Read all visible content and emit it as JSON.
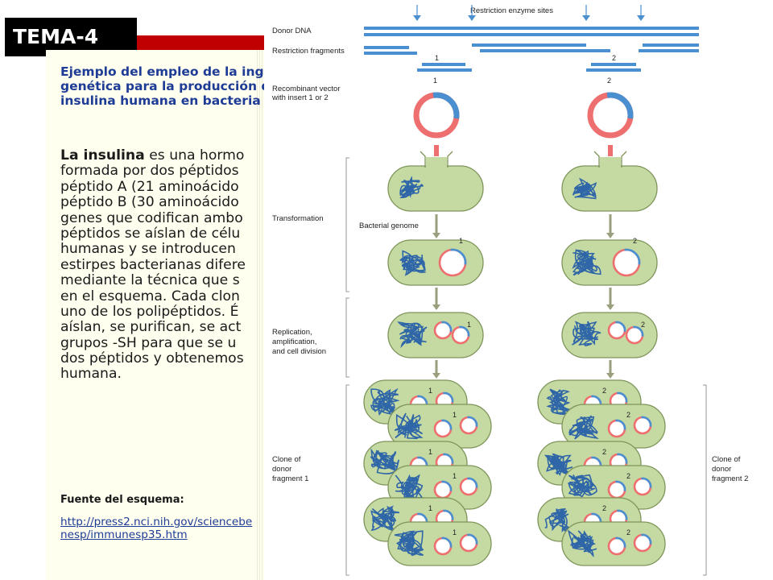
{
  "slide": {
    "tag": "TEMA-4"
  },
  "text": {
    "heading_lines": [
      "Ejemplo del empleo de la ing",
      "genética para la producción d",
      "insulina humana en bacteria"
    ],
    "lead": "La insulina",
    "body_first": " es una hormo",
    "body_lines": [
      "formada por dos péptidos",
      "péptido A (21 aminoácido",
      "péptido B (30 aminoácido",
      "genes que codifican ambo",
      "péptidos se aíslan de célu",
      "humanas y se introducen",
      "estirpes bacterianas difere",
      "mediante la técnica que s",
      "en el esquema. Cada clon",
      "uno de los polipéptidos. É",
      "aíslan, se purifican, se act",
      "grupos -SH para que se u",
      "dos péptidos y obtenemos",
      "humana."
    ],
    "source_label": "Fuente del esquema:",
    "url_lines": [
      "http://press2.nci.nih.gov/sciencebe",
      "nesp/immunesp35.htm"
    ]
  },
  "diagram": {
    "labels": {
      "restriction_sites": "Restriction enzyme sites",
      "donor_dna": "Donor DNA",
      "restriction_fragments": "Restriction fragments",
      "recombinant_vector": [
        "Recombinant vector",
        "with insert 1 or 2"
      ],
      "transformation": "Transformation",
      "bacterial_genome": "Bacterial genome",
      "replication": [
        "Replication,",
        "amplification,",
        "and cell division"
      ],
      "clone_1": [
        "Clone of",
        "donor",
        "fragment 1"
      ],
      "clone_2": [
        "Clone of",
        "donor",
        "fragment 2"
      ]
    },
    "fragment_numbers": [
      "1",
      "2"
    ],
    "colors": {
      "dna_blue": "#4a90d0",
      "dna_red": "#ee6f6f",
      "cell_fill": "#c5d9a2",
      "cell_stroke": "#7e955a",
      "genome": "#2f66a8",
      "arrow": "#9aa07e",
      "tema_bg": "#000000",
      "red_bar": "#c00000",
      "heading_blue": "#1e3c96"
    }
  }
}
